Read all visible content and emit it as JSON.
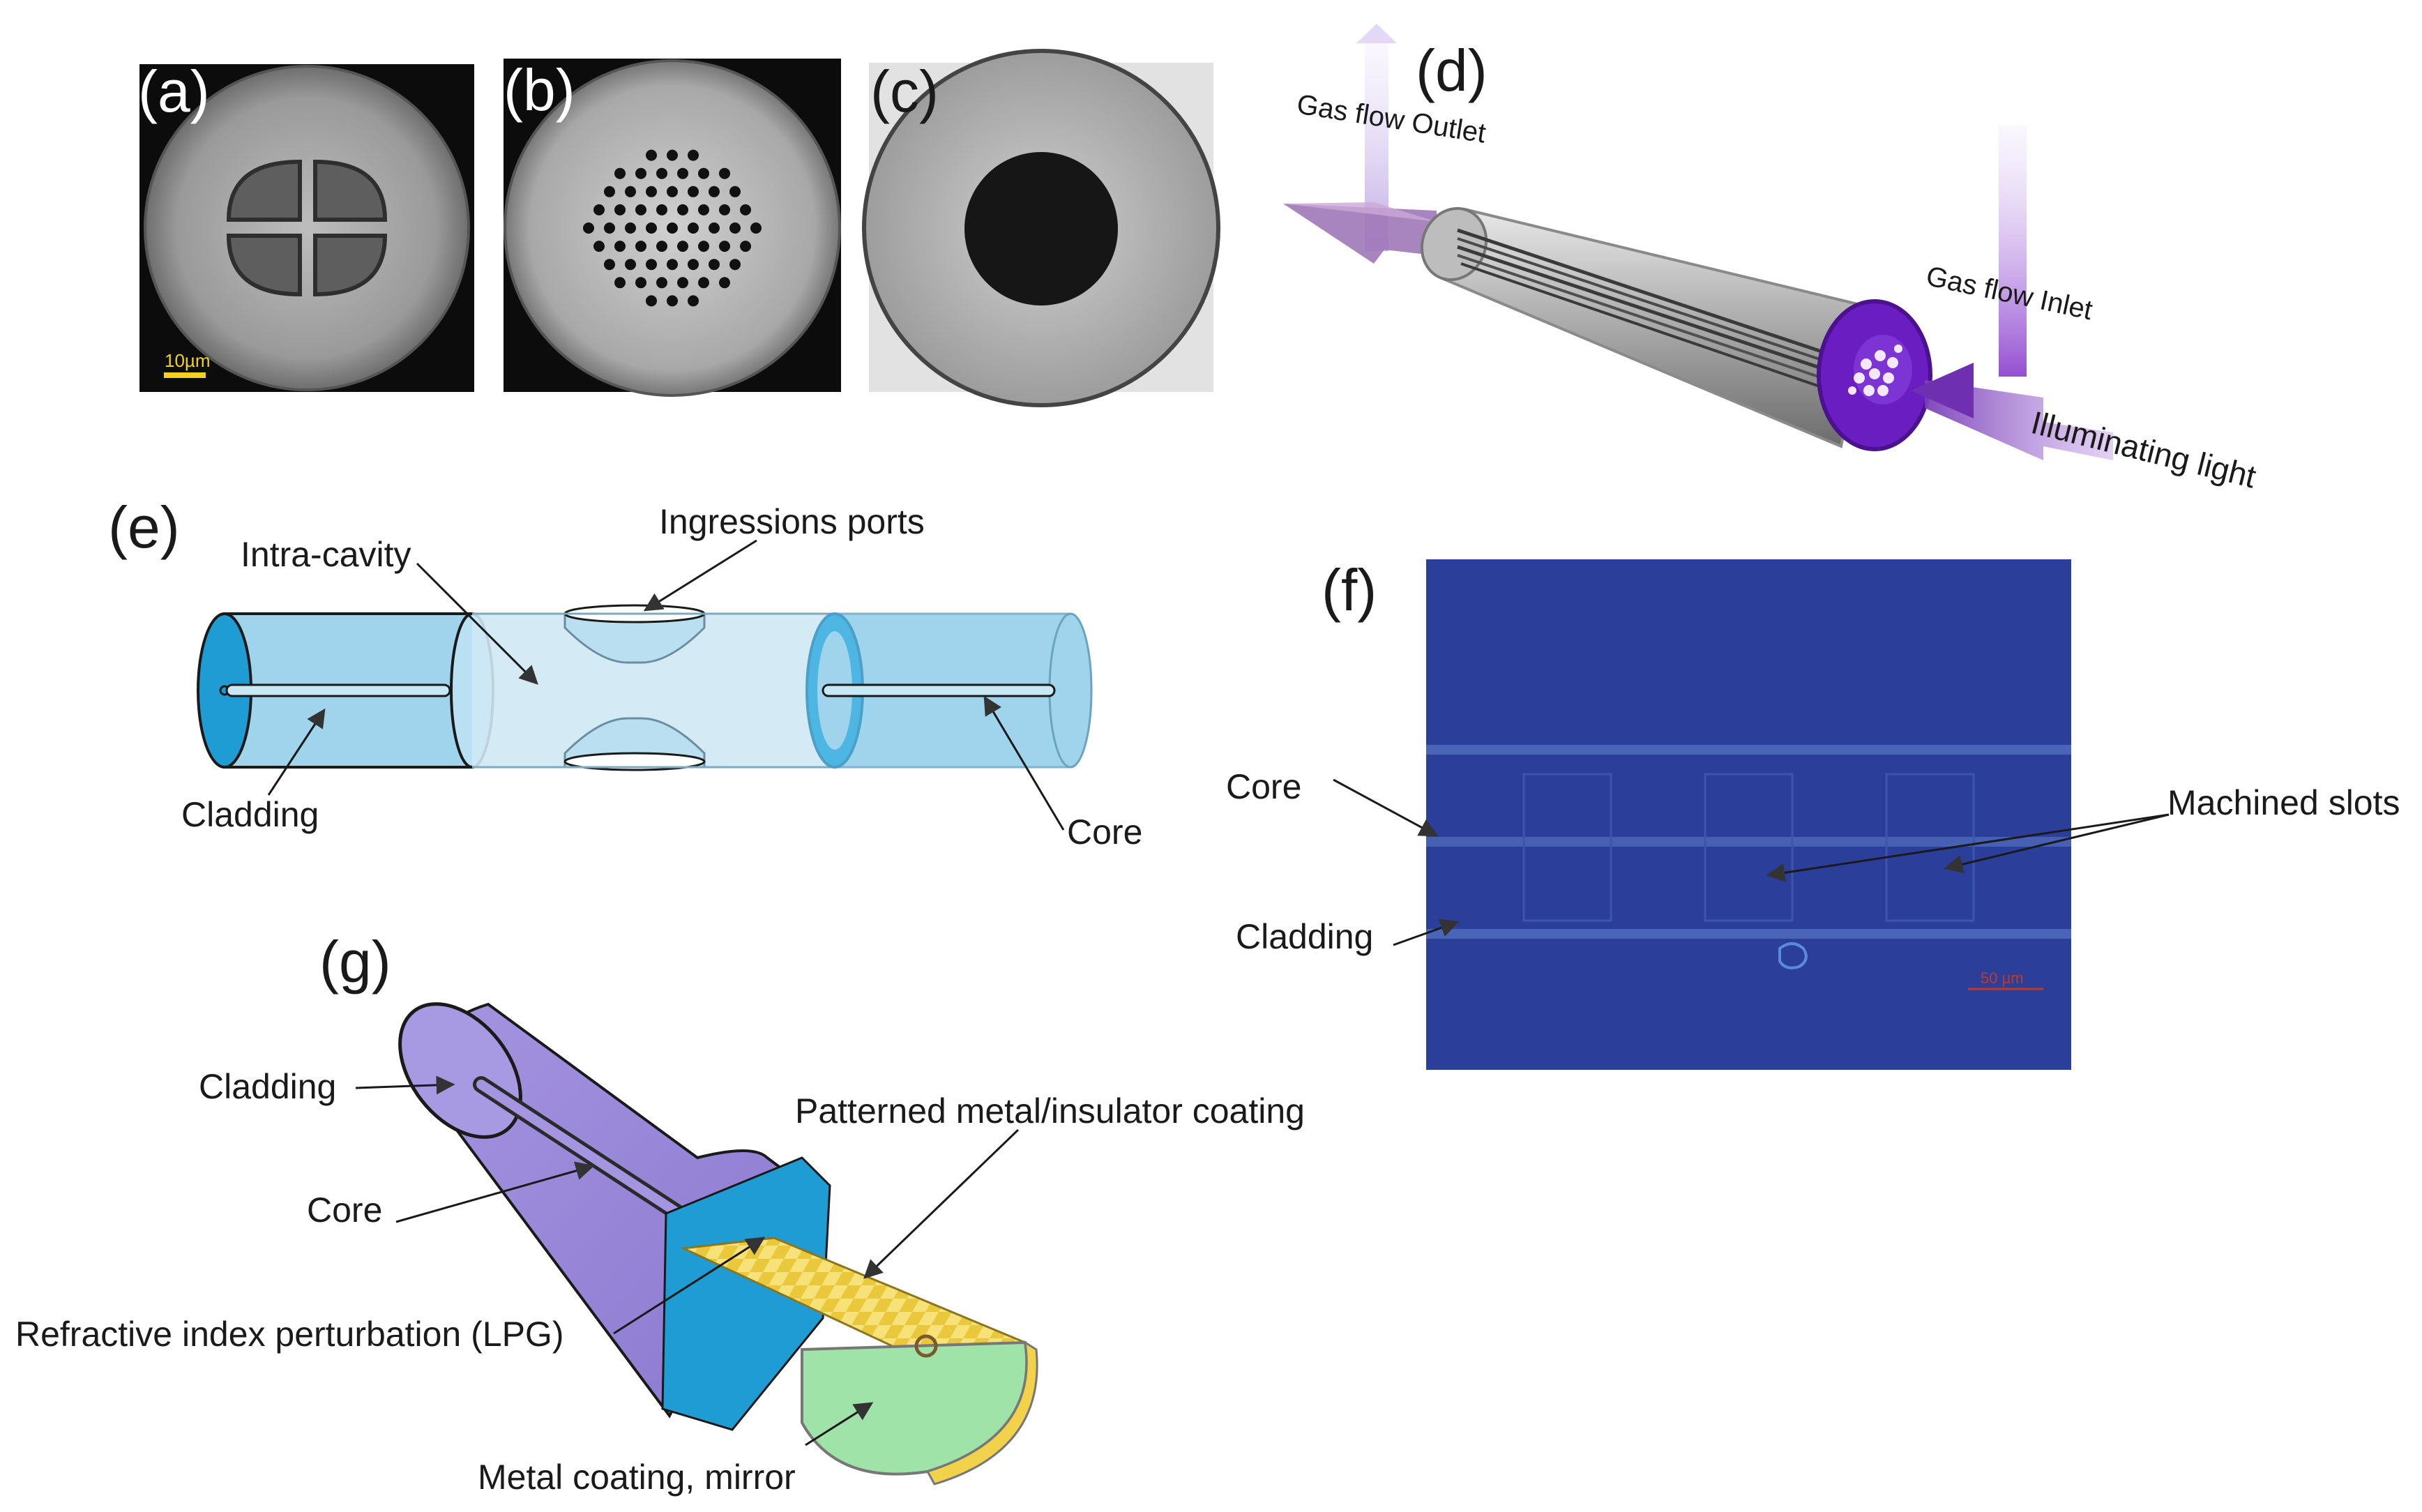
{
  "panels": {
    "a": {
      "letter": "(a)",
      "scale_bar": "10µm"
    },
    "b": {
      "letter": "(b)"
    },
    "c": {
      "letter": "(c)"
    },
    "d": {
      "letter": "(d)",
      "gas_outlet": "Gas flow Outlet",
      "gas_inlet": "Gas flow Inlet",
      "illuminating": "Illuminating light"
    },
    "e": {
      "letter": "(e)",
      "intra_cavity": "Intra-cavity",
      "ingression": "Ingressions ports",
      "cladding": "Cladding",
      "core": "Core"
    },
    "f": {
      "letter": "(f)",
      "core": "Core",
      "cladding": "Cladding",
      "slots": "Machined slots",
      "scale_bar": "50 µm"
    },
    "g": {
      "letter": "(g)",
      "cladding": "Cladding",
      "core": "Core",
      "coating": "Patterned metal/insulator coating",
      "lpg": "Refractive index perturbation (LPG)",
      "mirror": "Metal coating, mirror"
    }
  },
  "colors": {
    "fiber_blue": "#9fd4ec",
    "fiber_blue_dark": "#1e9cd3",
    "fiber_purple": "#9b8ad8",
    "core_violet": "#6a1ec2",
    "micro_blue": "#2b3f9a",
    "gold": "#f2d24a",
    "mirror_green": "#9fe3a8"
  }
}
